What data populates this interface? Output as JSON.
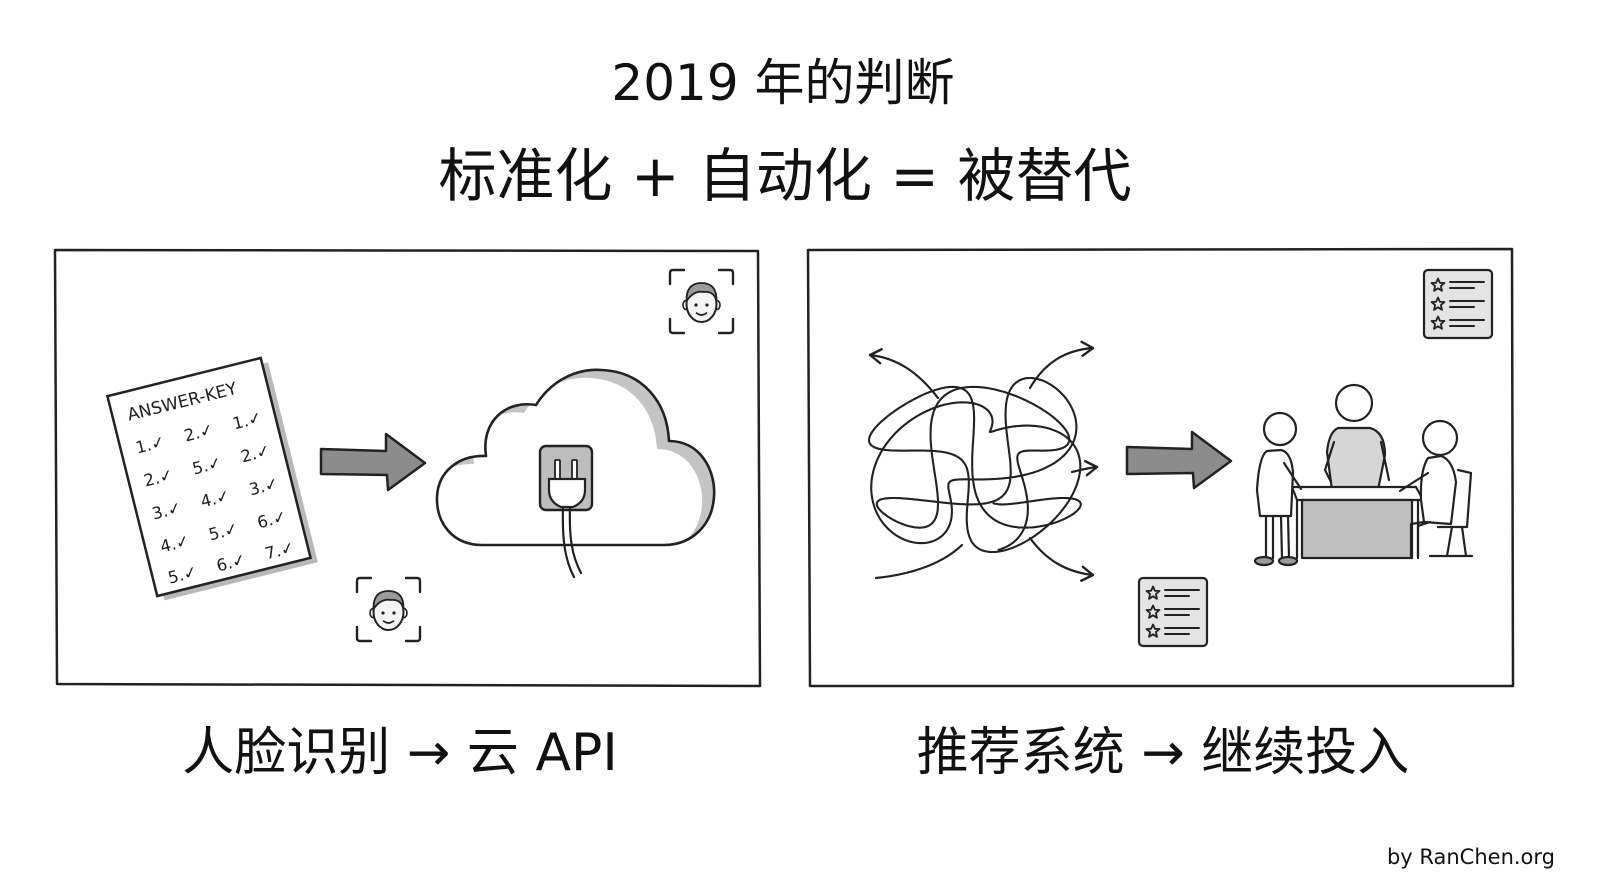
{
  "title": "2019 年的判断",
  "subtitle": "标准化 + 自动化 = 被替代",
  "left_panel": {
    "caption": "人脸识别 → 云 API",
    "answer_key": {
      "heading": "ANSWER-KEY",
      "rows": [
        [
          "1.✓",
          "2.✓",
          "1.✓"
        ],
        [
          "2.✓",
          "5.✓",
          "2.✓"
        ],
        [
          "3.✓",
          "4.✓",
          "3.✓"
        ],
        [
          "4.✓",
          "5.✓",
          "6.✓"
        ],
        [
          "5.✓",
          "6.✓",
          "7.✓"
        ]
      ]
    },
    "icons": [
      "answer-key-sheet-icon",
      "arrow-right-icon",
      "cloud-icon",
      "plug-socket-icon",
      "face-scan-icon"
    ]
  },
  "right_panel": {
    "caption": "推荐系统 → 继续投入",
    "icons": [
      "tangled-lines-icon",
      "arrow-right-icon",
      "team-at-table-icon",
      "star-rating-list-icon"
    ]
  },
  "credit": "by RanChen.org",
  "colors": {
    "background": "#ffffff",
    "ink": "#222222",
    "arrow_fill": "#8c8c8c",
    "shade": "#c4c4c4"
  }
}
